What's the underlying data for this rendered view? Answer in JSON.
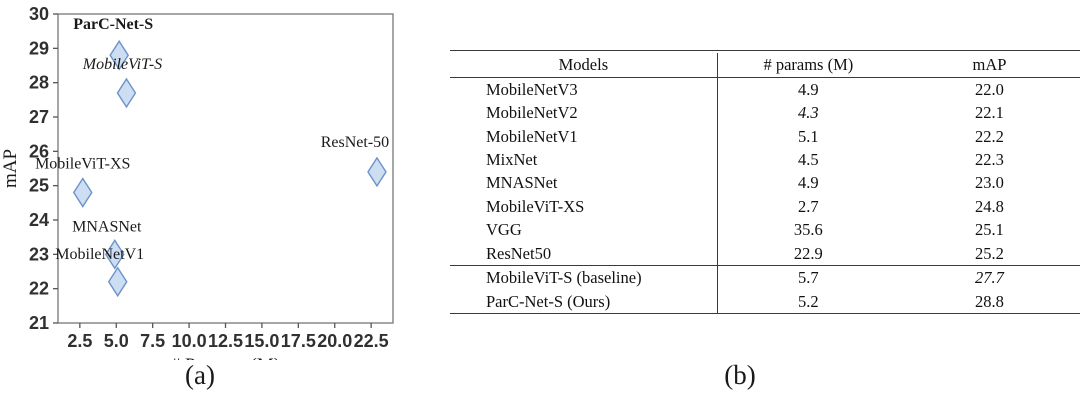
{
  "figure": {
    "caption_a": "(a)",
    "caption_b": "(b)"
  },
  "chart_data": [
    {
      "type": "scatter",
      "title": "",
      "xlabel": "# Params. (M)",
      "ylabel": "mAP",
      "xlim": [
        1.0,
        24.0
      ],
      "ylim": [
        21,
        30
      ],
      "xticks": [
        "2.5",
        "5.0",
        "7.5",
        "10.0",
        "12.5",
        "15.0",
        "17.5",
        "20.0",
        "22.5"
      ],
      "xtick_values": [
        2.5,
        5.0,
        7.5,
        10.0,
        12.5,
        15.0,
        17.5,
        20.0,
        22.5
      ],
      "yticks": [
        "21",
        "22",
        "23",
        "24",
        "25",
        "26",
        "27",
        "28",
        "29",
        "30"
      ],
      "ytick_values": [
        21,
        22,
        23,
        24,
        25,
        26,
        27,
        28,
        29,
        30
      ],
      "grid": false,
      "legend": "none",
      "marker": "diamond",
      "marker_fill": "#cdddf2",
      "marker_edge": "#6b93c9",
      "points": [
        {
          "label": "ParC-Net-S",
          "x": 5.2,
          "y": 28.8,
          "label_style": "bold",
          "label_dx": -6,
          "label_dy": -26
        },
        {
          "label": "MobileViT-S",
          "x": 5.7,
          "y": 27.7,
          "label_style": "italic",
          "label_dx": -4,
          "label_dy": -24
        },
        {
          "label": "MobileViT-XS",
          "x": 2.7,
          "y": 24.8,
          "label_style": "normal",
          "label_dx": 0,
          "label_dy": -24
        },
        {
          "label": "MNASNet",
          "x": 4.9,
          "y": 23.0,
          "label_style": "normal",
          "label_dx": -8,
          "label_dy": -23
        },
        {
          "label": "MobileNetV1",
          "x": 5.1,
          "y": 22.2,
          "label_style": "normal",
          "label_dx": -18,
          "label_dy": -23
        },
        {
          "label": "ResNet-50",
          "x": 22.9,
          "y": 25.4,
          "label_style": "normal",
          "label_dx": -22,
          "label_dy": -25
        }
      ]
    },
    {
      "type": "table",
      "title": "",
      "columns": [
        "Models",
        "# params (M)",
        "mAP"
      ],
      "rows": [
        {
          "model": "MobileNetV3",
          "params": "4.9",
          "map": "22.0",
          "params_style": "normal",
          "map_style": "normal"
        },
        {
          "model": "MobileNetV2",
          "params": "4.3",
          "map": "22.1",
          "params_style": "italic",
          "map_style": "normal"
        },
        {
          "model": "MobileNetV1",
          "params": "5.1",
          "map": "22.2",
          "params_style": "normal",
          "map_style": "normal"
        },
        {
          "model": "MixNet",
          "params": "4.5",
          "map": "22.3",
          "params_style": "normal",
          "map_style": "normal"
        },
        {
          "model": "MNASNet",
          "params": "4.9",
          "map": "23.0",
          "params_style": "normal",
          "map_style": "normal"
        },
        {
          "model": "MobileViT-XS",
          "params": "2.7",
          "map": "24.8",
          "params_style": "bold",
          "map_style": "normal"
        },
        {
          "model": "VGG",
          "params": "35.6",
          "map": "25.1",
          "params_style": "normal",
          "map_style": "normal"
        },
        {
          "model": "ResNet50",
          "params": "22.9",
          "map": "25.2",
          "params_style": "normal",
          "map_style": "normal"
        },
        {
          "model": "MobileViT-S (baseline)",
          "params": "5.7",
          "map": "27.7",
          "params_style": "normal",
          "map_style": "italic",
          "group_start": true
        },
        {
          "model": "ParC-Net-S (Ours)",
          "params": "5.2",
          "map": "28.8",
          "params_style": "normal",
          "map_style": "bold"
        }
      ]
    }
  ],
  "table": {
    "header": {
      "models": "Models",
      "params": "# params (M)",
      "map": "mAP"
    }
  }
}
